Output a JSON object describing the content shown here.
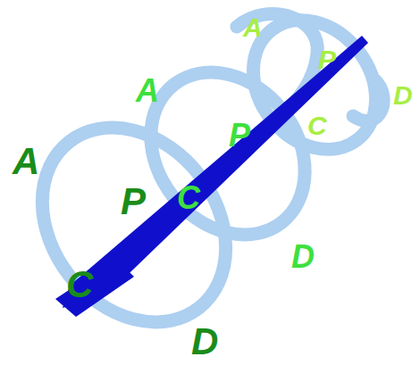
{
  "diagram": {
    "labels": [
      "A",
      "A",
      "A",
      "P",
      "P",
      "P",
      "C",
      "C",
      "C",
      "D",
      "D",
      "D"
    ]
  }
}
